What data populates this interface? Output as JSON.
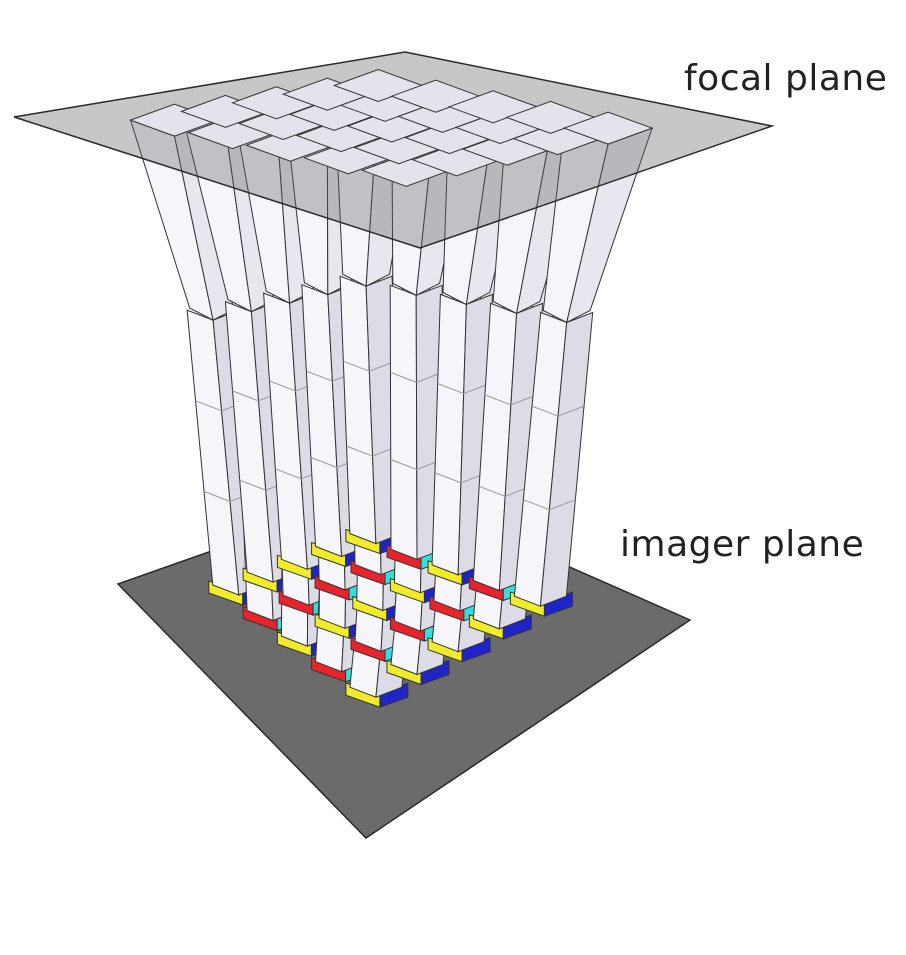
{
  "labels": {
    "focal_plane": "focal plane",
    "imager_plane": "imager plane"
  },
  "colors": {
    "plane": "#6b6b6b",
    "plane_edge": "#2a2a2a",
    "light_face": "#f6f5fa",
    "mid_face": "#dddce6",
    "shade_face": "#e8e7ef",
    "edge": "#333333",
    "pixel_yellow": "#f1ec2a",
    "pixel_red": "#e8232b",
    "pixel_blue": "#1f24c8",
    "pixel_cyan": "#35dede"
  },
  "grid": {
    "rows": 5,
    "cols": 5
  },
  "pixel_pattern": [
    [
      "yellow",
      "blue"
    ],
    [
      "red",
      "cyan"
    ]
  ]
}
